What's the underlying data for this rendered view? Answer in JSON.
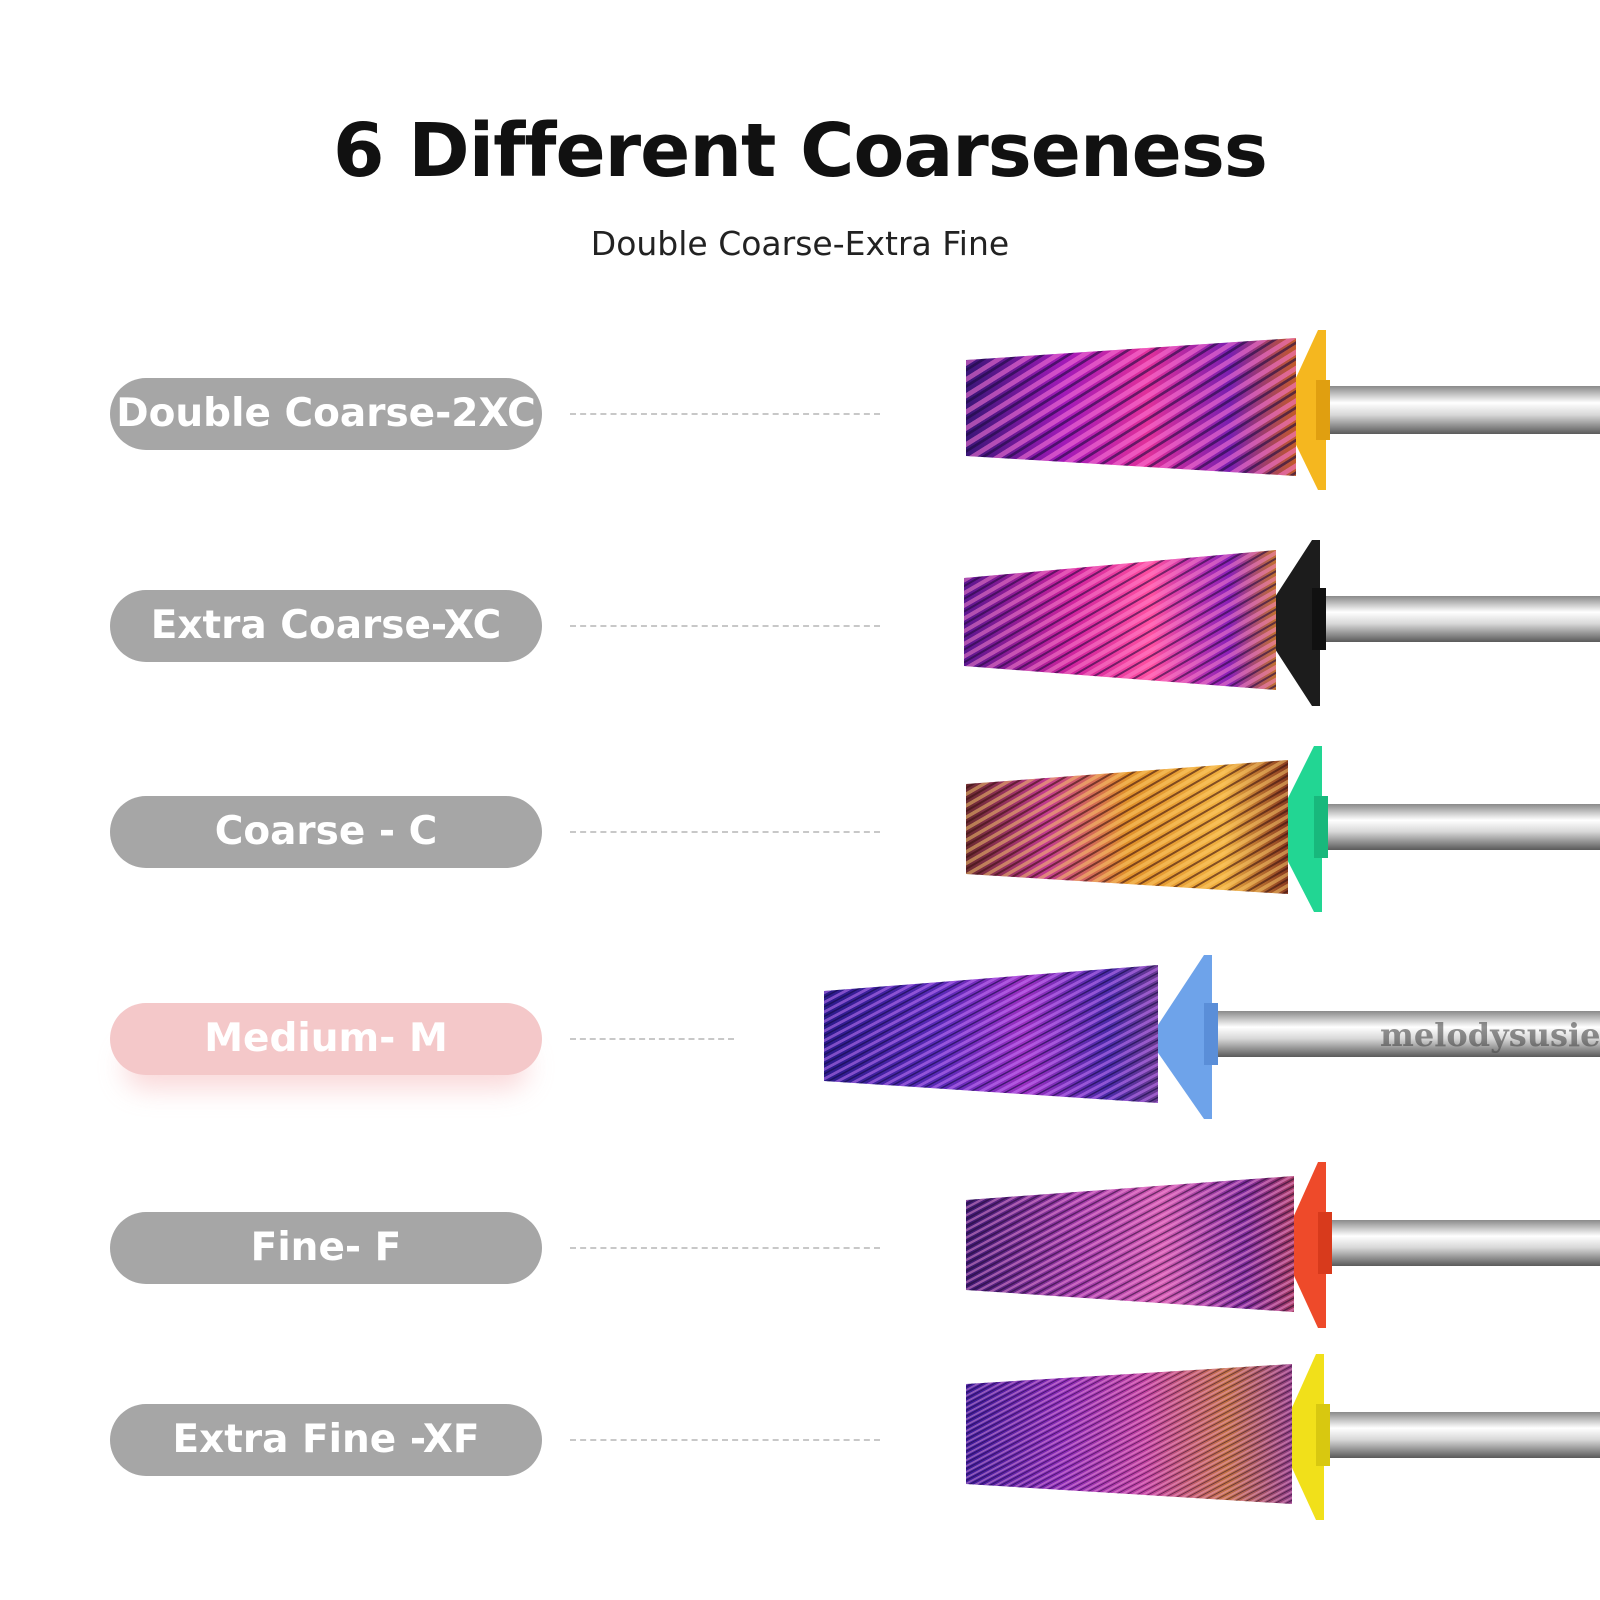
{
  "title": "6 Different Coarseness",
  "subtitle": "Double Coarse-Extra Fine",
  "brand": "melodysusie",
  "grades": [
    {
      "label": "Double Coarse-2XC",
      "collar_color": "#f5b71f",
      "highlight": false
    },
    {
      "label": "Extra Coarse-XC",
      "collar_color": "#1c1c1c",
      "highlight": false
    },
    {
      "label": "Coarse - C",
      "collar_color": "#22d693",
      "highlight": false
    },
    {
      "label": "Medium- M",
      "collar_color": "#6ea3ea",
      "highlight": true
    },
    {
      "label": "Fine- F",
      "collar_color": "#ee4a2a",
      "highlight": false
    },
    {
      "label": "Extra Fine -XF",
      "collar_color": "#f1e01a",
      "highlight": false
    }
  ]
}
